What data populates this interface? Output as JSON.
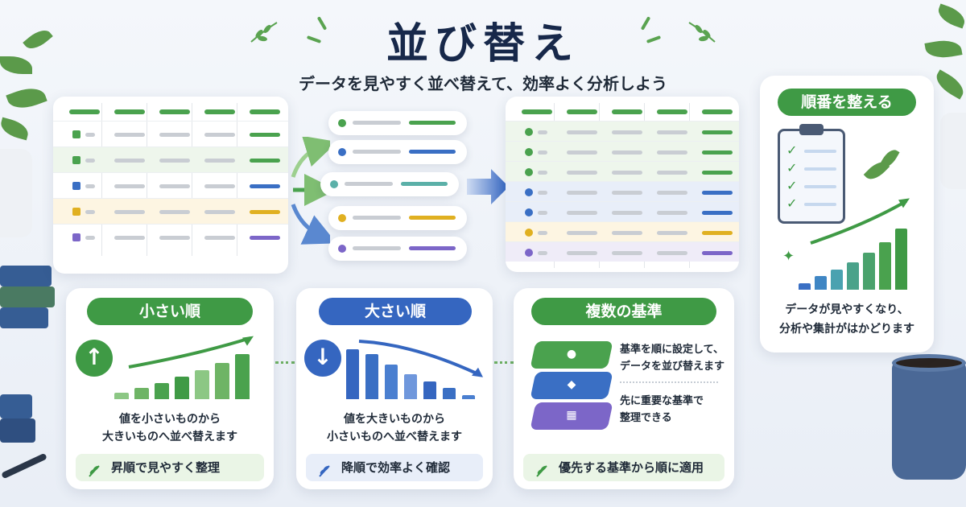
{
  "header": {
    "title": "並び替え",
    "subtitle": "データを見やすく並べ替えて、効率よく分析しよう"
  },
  "left_table": {
    "row_colors": [
      "#4aa24e",
      "#4aa24e",
      "#3a6fc4",
      "#e0b021",
      "#7c66c8"
    ],
    "highlight_rows": [
      {
        "row": 1,
        "color": "#eef6ec"
      },
      {
        "row": 3,
        "color": "#fdf5e2"
      }
    ]
  },
  "flow_pills": {
    "colors": [
      "#4aa24e",
      "#3a6fc4",
      "#5bb0a8",
      "#e0b021",
      "#7c66c8"
    ]
  },
  "right_table": {
    "row_colors": [
      "#4aa24e",
      "#4aa24e",
      "#4aa24e",
      "#3a6fc4",
      "#3a6fc4",
      "#e0b021",
      "#7c66c8"
    ]
  },
  "side_panel": {
    "badge": "順番を整える",
    "text_line1": "データが見やすくなり、",
    "text_line2": "分析や集計がはかどります",
    "checklist_icon": "clipboard-check-icon",
    "chart_icon": "growth-bar-chart-icon",
    "bar_levels": [
      0.1,
      0.2,
      0.3,
      0.4,
      0.55,
      0.7,
      0.9
    ]
  },
  "panels": {
    "ascending": {
      "badge": "小さい順",
      "icon": "arrow-up-circle-icon",
      "line1": "値を小さいものから",
      "line2": "大きいものへ並べ替えます",
      "tip": "昇順で見やすく整理",
      "bar_levels": [
        0.15,
        0.25,
        0.35,
        0.5,
        0.65,
        0.8,
        1.0
      ]
    },
    "descending": {
      "badge": "大さい順",
      "icon": "arrow-down-circle-icon",
      "line1": "値を大きいものから",
      "line2": "小さいものへ並べ替えます",
      "tip": "降順で効率よく確認",
      "bar_levels": [
        1.0,
        0.9,
        0.7,
        0.5,
        0.35,
        0.22,
        0.08
      ]
    },
    "multi": {
      "badge": "複数の基準",
      "icon": "layers-icon",
      "line1": "基準を順に設定して、",
      "line2": "データを並び替えます",
      "line3": "先に重要な基準で",
      "line4": "整理できる",
      "tip": "優先する基準から順に適用"
    }
  },
  "colors": {
    "green": "#4aa24e",
    "blue": "#3a6fc4",
    "purple": "#7c66c8",
    "yellow": "#e0b021"
  }
}
